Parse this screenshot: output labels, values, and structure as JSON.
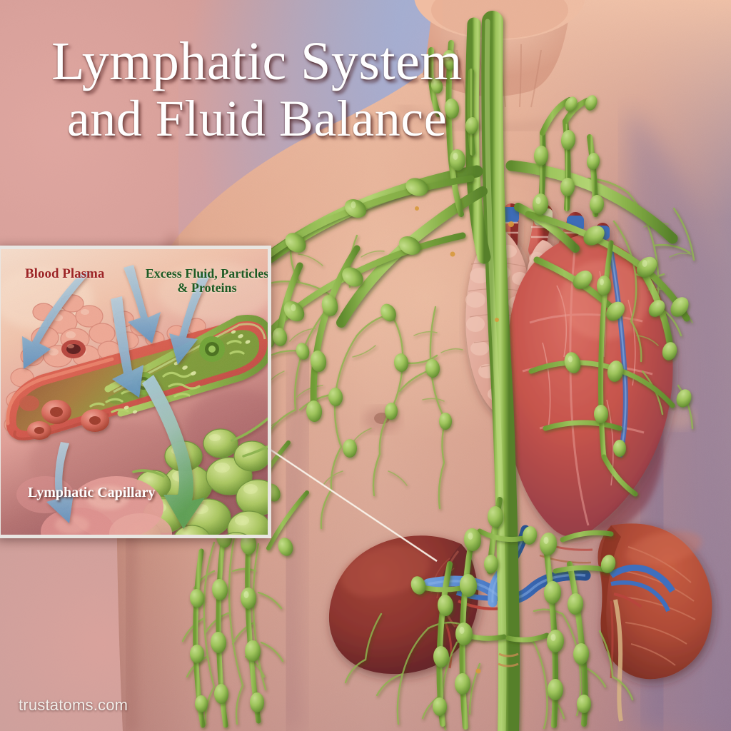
{
  "title": {
    "line1": "Lymphatic System",
    "line2": "and Fluid Balance"
  },
  "watermark": "trustatoms.com",
  "inset": {
    "labels": {
      "blood_plasma": "Blood Plasma",
      "excess_fluid": "Excess Fluid, Particles & Proteins",
      "lymphatic_capillary": "Lymphatic Capillary"
    }
  },
  "colors": {
    "background_red": "#a63a30",
    "background_blue": "#2e6fc0",
    "background_purple": "#6a4a86",
    "skin": "#e3a992",
    "lymph_green": "#8cb44e",
    "lymph_green_dark": "#5f8b2d",
    "node_green": "#9ec45c",
    "heart_red": "#c4534e",
    "spleen_red": "#8e3530",
    "kidney_red": "#ad4a38",
    "thymus_pink": "#e0a79a",
    "vein_blue": "#3f6fbe",
    "artery_red": "#b8453c",
    "title_text": "#ffffff",
    "label_plasma": "#9d2526",
    "label_excess": "#1d5a23",
    "label_capillary": "#ffffff",
    "inset_border": "#e9e6e2"
  },
  "illustration": {
    "type": "medical-anatomical-illustration",
    "subject": "human torso anterior view with lymphatic system",
    "organs": [
      {
        "name": "thymus",
        "position": "upper mediastinum, left of heart"
      },
      {
        "name": "heart",
        "position": "central chest, right of thymus"
      },
      {
        "name": "spleen",
        "position": "left upper abdomen"
      },
      {
        "name": "kidney",
        "position": "right upper abdomen"
      },
      {
        "name": "thoracic-duct",
        "position": "midline vertical green trunk"
      }
    ],
    "features": [
      "green lymphatic vessels branching across chest and arms",
      "oval lymph nodes along vessels",
      "cervical lymphatic chains in neck",
      "great vessels above heart (aorta, vena cava, pulmonary)",
      "blue renal veins",
      "white leader line from inset to spleen region"
    ]
  }
}
